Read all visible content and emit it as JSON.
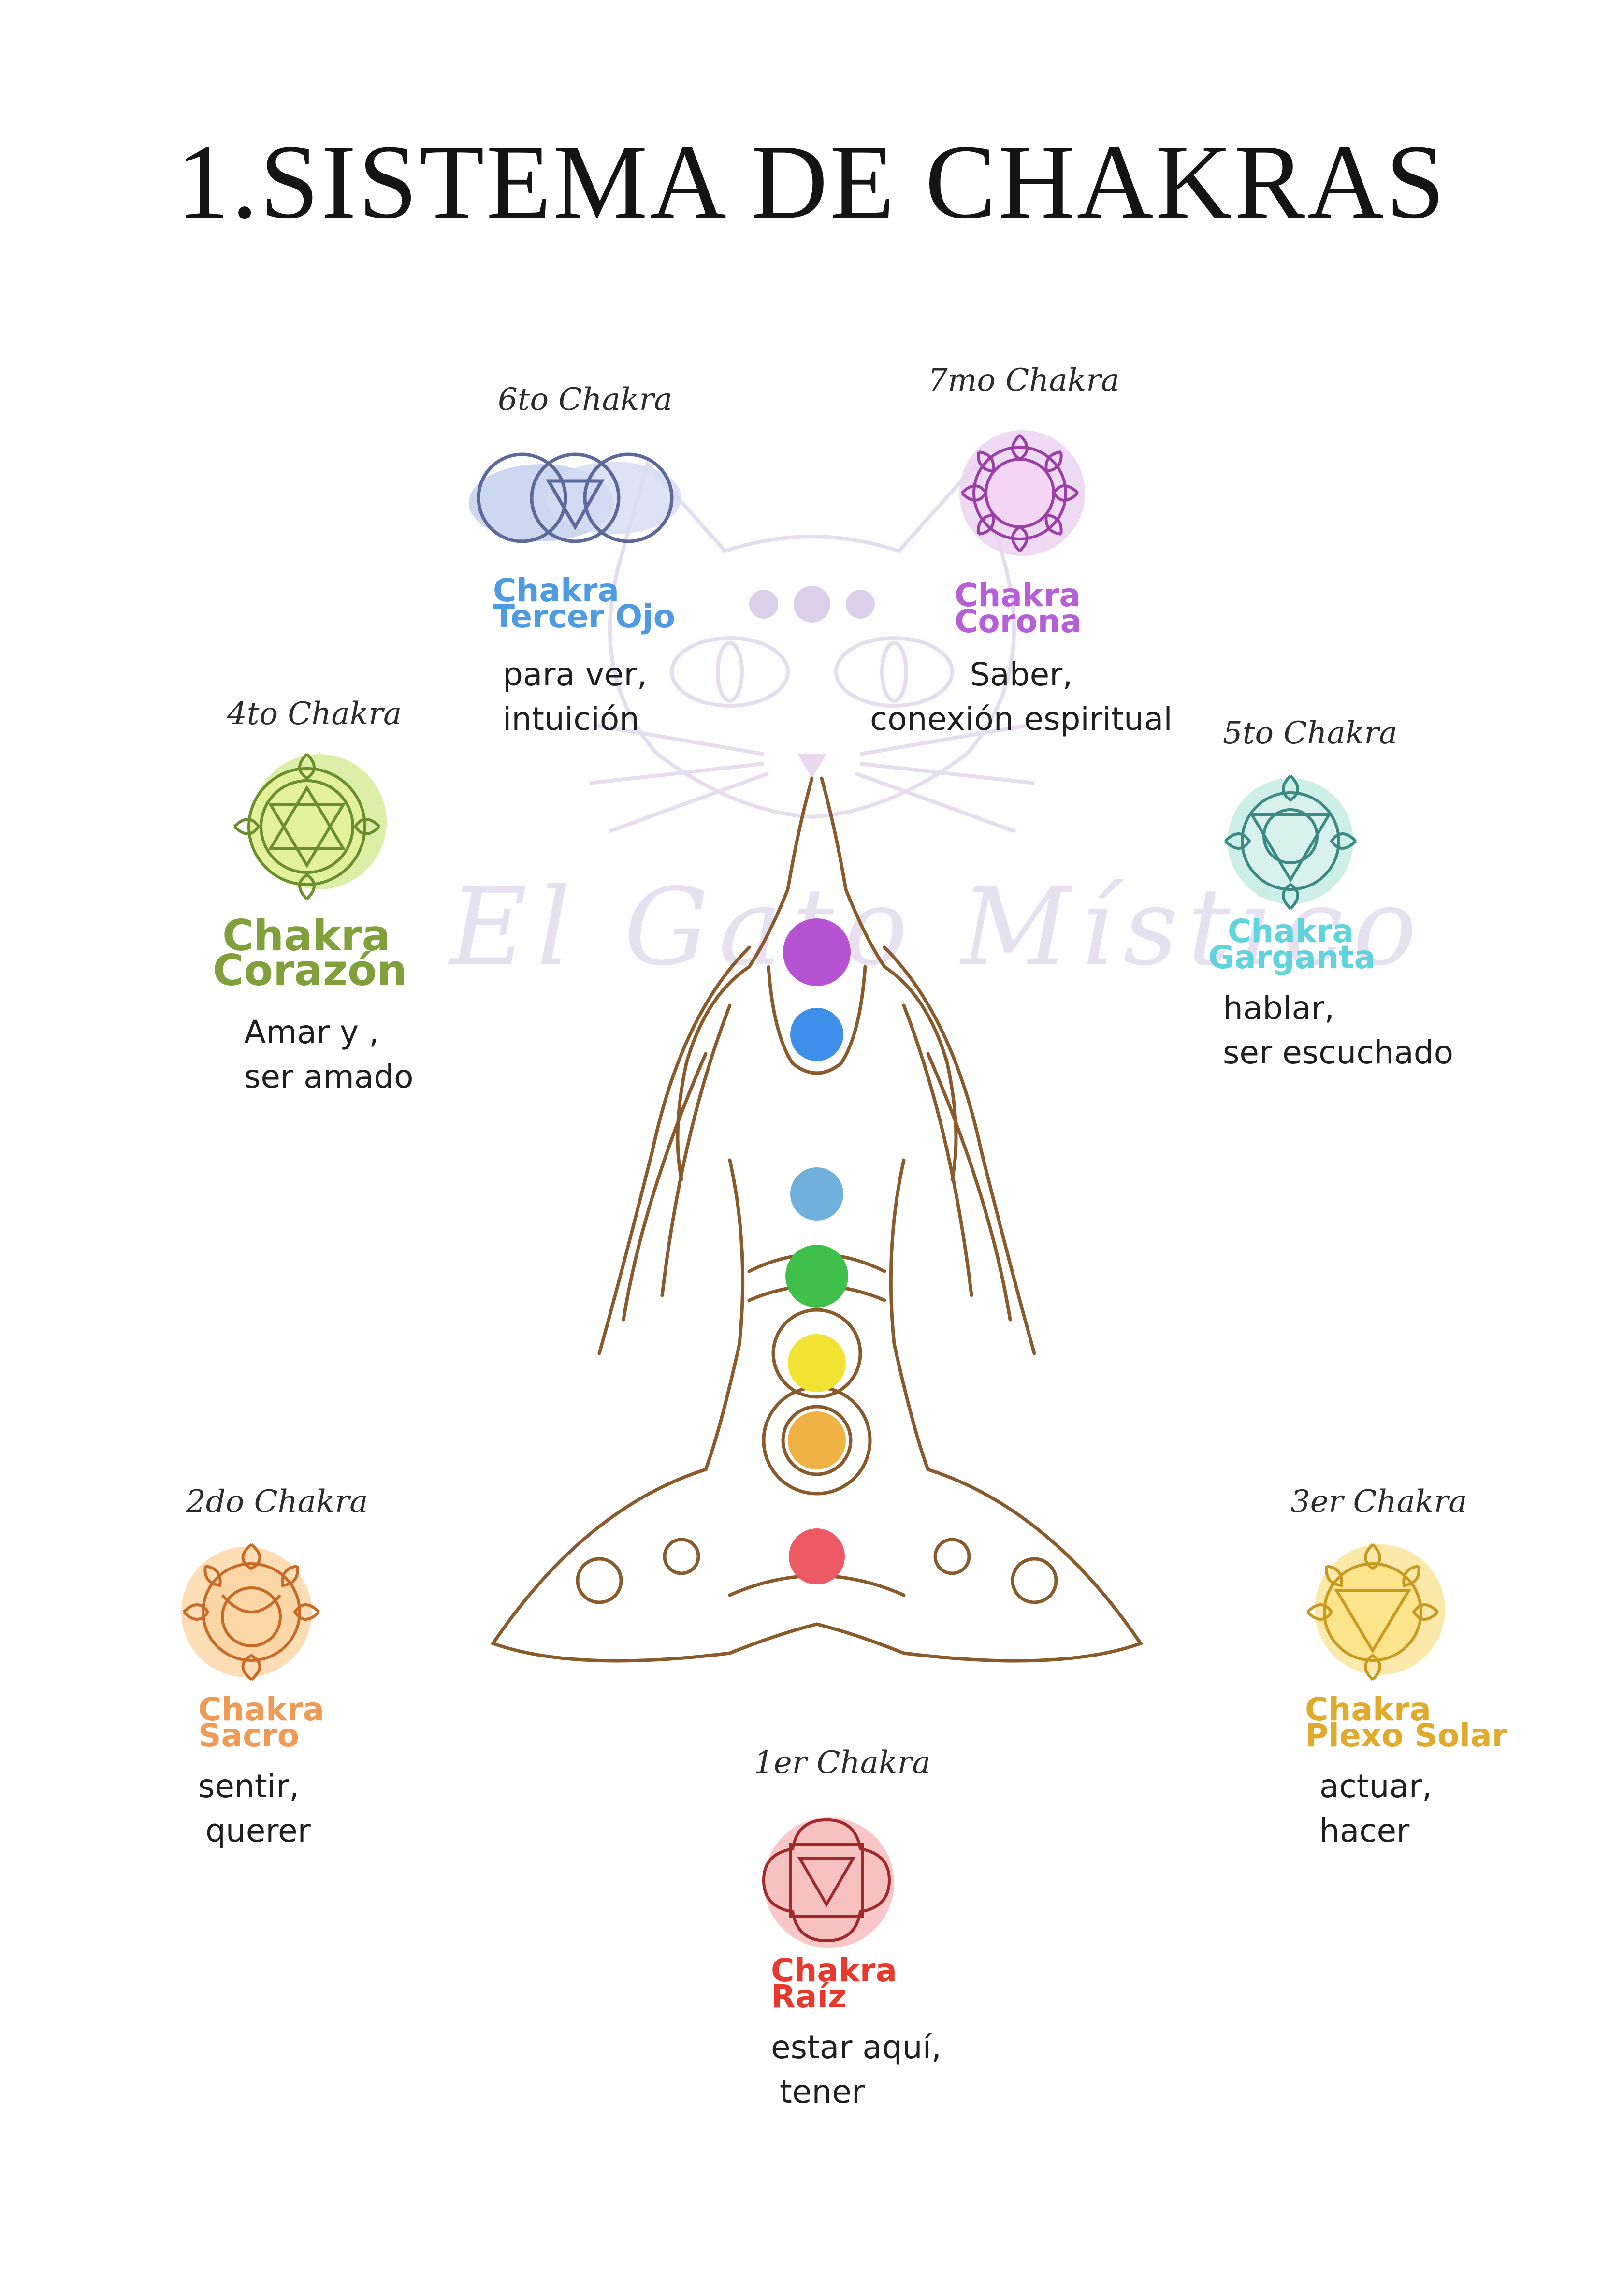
{
  "title": "1.SISTEMA DE CHAKRAS",
  "watermark": "El Gato Místico",
  "colors": {
    "crown": "#b65fd6",
    "third_eye": "#4f9be3",
    "throat": "#5fd4dc",
    "heart": "#7fa03a",
    "solar_plexus": "#e0ab2c",
    "sacral": "#ef9a55",
    "root": "#e8392c",
    "line_brown": "#8a5a2b"
  },
  "chakras": {
    "seventh": {
      "ordinal": "7mo Chakra",
      "name_line1": "Chakra",
      "name_line2": "Corona",
      "desc_line1": "Saber,",
      "desc_line2": "conexión espiritual",
      "icon": "lotus-crown-icon"
    },
    "sixth": {
      "ordinal": "6to Chakra",
      "name_line1": "Chakra",
      "name_line2": "Tercer Ojo",
      "desc_line1": "para ver,",
      "desc_line2": "intuición",
      "icon": "third-eye-icon"
    },
    "fifth": {
      "ordinal": "5to Chakra",
      "name_line1": "Chakra",
      "name_line2": "Garganta",
      "desc_line1": "hablar,",
      "desc_line2": "ser escuchado",
      "icon": "throat-lotus-icon"
    },
    "fourth": {
      "ordinal": "4to Chakra",
      "name_line1": "Chakra",
      "name_line2": "Corazón",
      "desc_line1": "Amar y ,",
      "desc_line2": "ser amado",
      "icon": "heart-lotus-icon"
    },
    "third": {
      "ordinal": "3er Chakra",
      "name_line1": "Chakra",
      "name_line2": "Plexo Solar",
      "desc_line1": "actuar,",
      "desc_line2": "hacer",
      "icon": "solar-plexus-lotus-icon"
    },
    "second": {
      "ordinal": "2do Chakra",
      "name_line1": "Chakra",
      "name_line2": "Sacro",
      "desc_line1": "sentir,",
      "desc_line2": "querer",
      "icon": "sacral-lotus-icon"
    },
    "first": {
      "ordinal": "1er Chakra",
      "name_line1": "Chakra",
      "name_line2": "Raíz",
      "desc_line1": "estar aquí,",
      "desc_line2": "tener",
      "icon": "root-lotus-icon"
    }
  },
  "figure": {
    "icon": "meditating-woman-illustration",
    "dot_colors": [
      "#b553d2",
      "#3d8fea",
      "#6fb0dc",
      "#3fc04a",
      "#f2e232",
      "#f0b245",
      "#ee5a63"
    ]
  }
}
